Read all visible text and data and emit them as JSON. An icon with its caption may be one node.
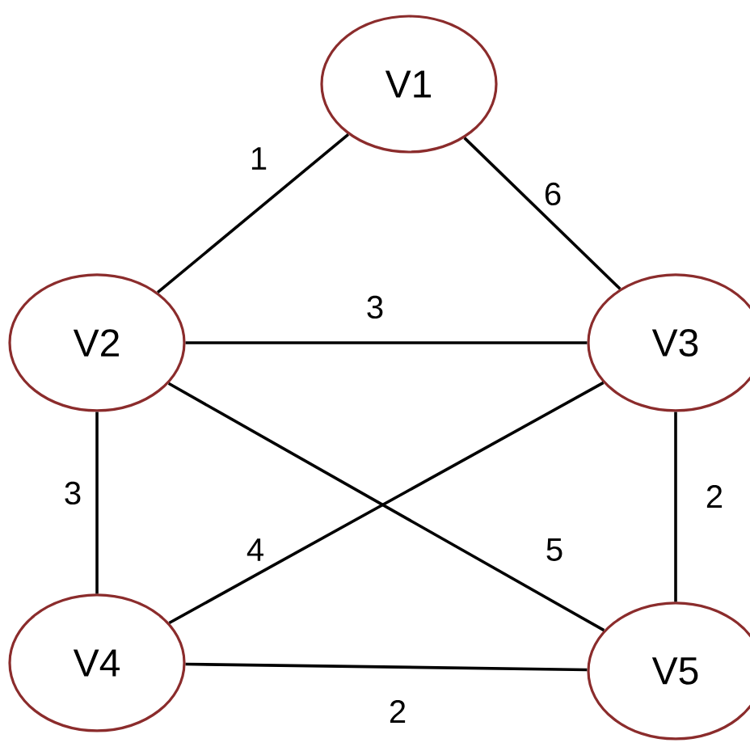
{
  "diagram": {
    "nodes": [
      {
        "text": [
          "V1"
        ]
      },
      {
        "text": [
          "V2"
        ]
      },
      {
        "text": [
          "V3"
        ]
      },
      {
        "text": [
          "V4"
        ]
      },
      {
        "text": [
          "V5"
        ]
      }
    ],
    "edges": [
      {
        "from": 0,
        "to": 1,
        "arrow": "none",
        "label": "1"
      },
      {
        "from": 0,
        "to": 2,
        "arrow": "none",
        "label": "6"
      },
      {
        "from": 1,
        "to": 2,
        "arrow": "none",
        "label": "3"
      },
      {
        "from": 1,
        "to": 3,
        "arrow": "none",
        "label": "3"
      },
      {
        "from": 2,
        "to": 3,
        "arrow": "none",
        "label": "4"
      },
      {
        "from": 1,
        "to": 4,
        "arrow": "none",
        "label": "5"
      },
      {
        "from": 2,
        "to": 4,
        "arrow": "none",
        "label": "2"
      },
      {
        "from": 3,
        "to": 4,
        "arrow": "none",
        "label": "2"
      }
    ]
  }
}
